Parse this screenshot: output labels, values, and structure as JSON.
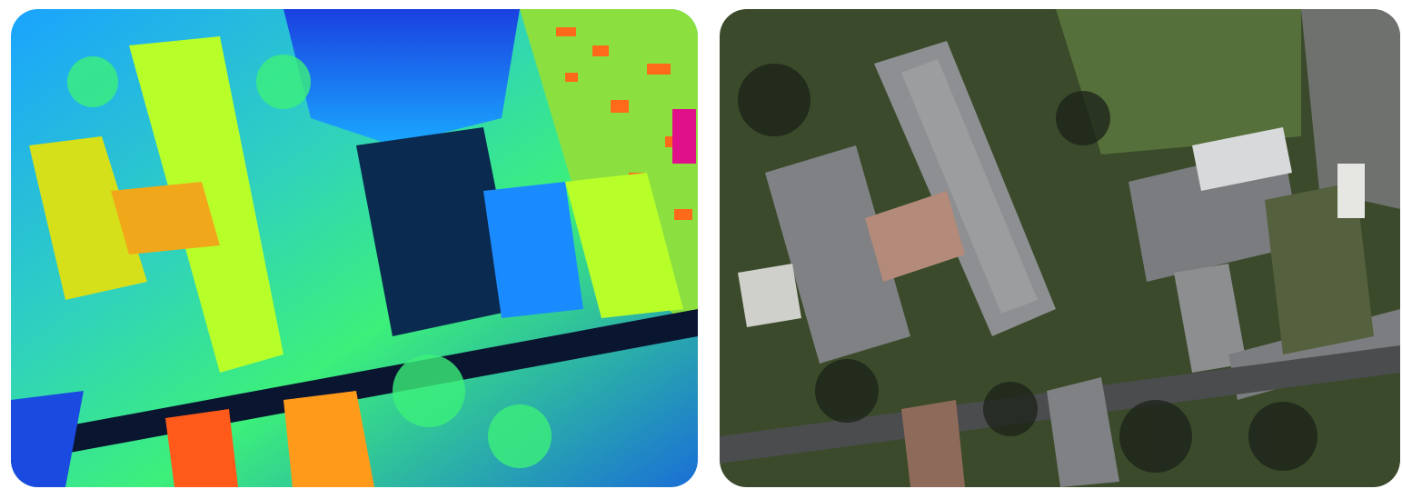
{
  "figure": {
    "panels": [
      {
        "id": "depth-map",
        "kind": "color-coded height / depth map",
        "colors": {
          "low": "#1a2fd6",
          "mid_low": "#1aa3ff",
          "mid": "#3cf07a",
          "mid_high": "#b8ff2a",
          "high": "#ff9a1a",
          "peak": "#e0108a",
          "shadow": "#0a1530"
        }
      },
      {
        "id": "aerial-photo",
        "kind": "aerial rgb photograph",
        "colors": {
          "vegetation": "#3a4a2a",
          "grass": "#55703a",
          "roof": "#8d8f92",
          "roof_dark": "#5c5f62",
          "road": "#4a4c4d",
          "shadow": "#1c211a"
        }
      }
    ]
  }
}
